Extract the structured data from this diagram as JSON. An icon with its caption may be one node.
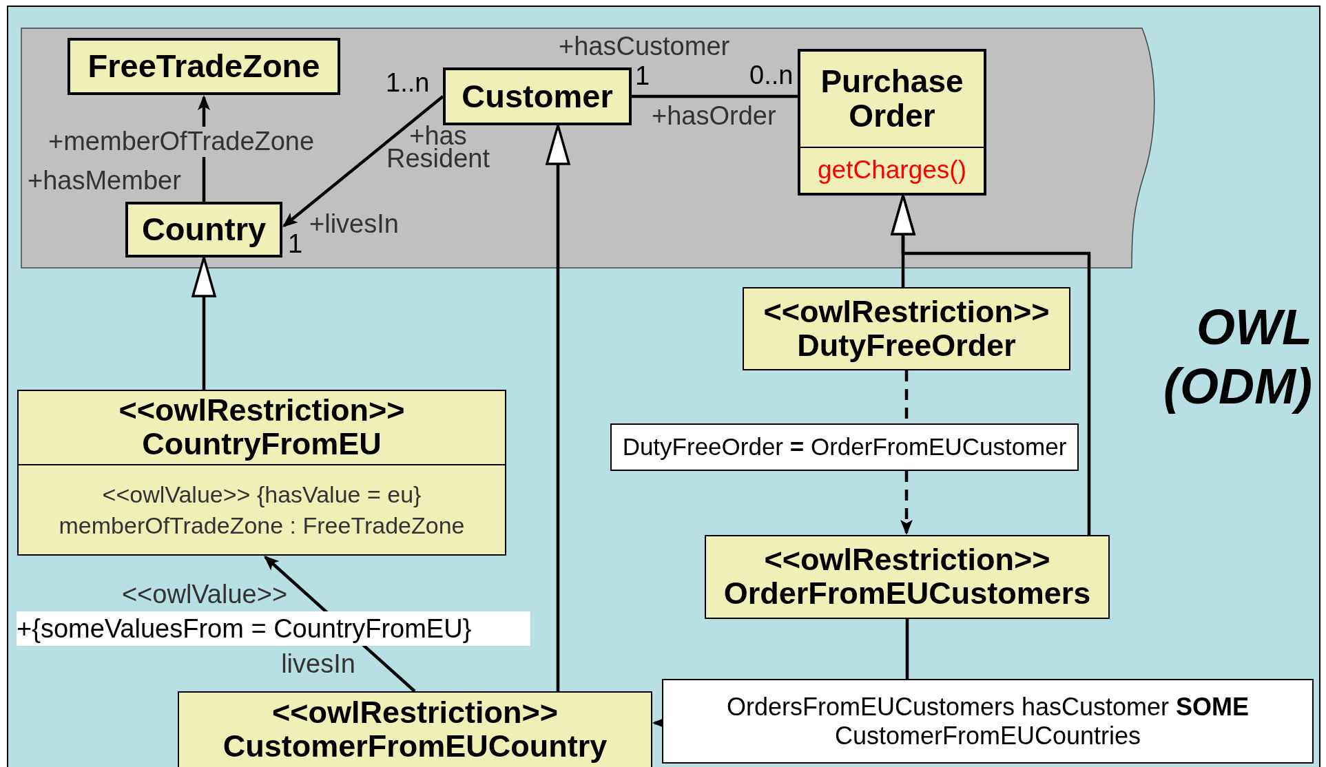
{
  "diagram": {
    "nodes": [
      {
        "text": [
          "FreeTradeZone"
        ]
      },
      {
        "text": [
          "Customer"
        ]
      },
      {
        "text": [
          "Purchase Order",
          "getCharges()"
        ]
      },
      {
        "text": [
          "Country"
        ]
      },
      {
        "text": [
          "<<owlRestriction>> DutyFreeOrder"
        ]
      },
      {
        "text": [
          "<<owlRestriction>> CountryFromEU",
          "<<owlValue>> {hasValue = eu}",
          "memberOfTradeZone : FreeTradeZone"
        ]
      },
      {
        "text": [
          "DutyFreeOrder **=** OrderFromEUCustomer"
        ]
      },
      {
        "text": [
          "<<owlRestriction>> OrderFromEUCustomers"
        ]
      },
      {
        "text": [
          "<<owlRestriction>> CustomerFromEUCountry"
        ]
      },
      {
        "text": [
          "OrdersFromEUCustomers hasCustomer **SOME** CustomerFromEUCountries"
        ]
      }
    ],
    "edges": [
      {
        "from": 3,
        "to": 0,
        "arrow": "to"
      },
      {
        "from": 1,
        "to": 3,
        "arrow": "to"
      },
      {
        "from": 1,
        "to": 2,
        "arrow": "none"
      },
      {
        "from": 8,
        "to": 1,
        "arrow": "to"
      },
      {
        "from": 5,
        "to": 3,
        "arrow": "to"
      },
      {
        "from": 4,
        "to": 2,
        "arrow": "to"
      },
      {
        "from": 7,
        "to": 2,
        "arrow": "to"
      },
      {
        "from": 4,
        "to": 6,
        "arrow": "none",
        "style": "dashed"
      },
      {
        "from": 6,
        "to": 7,
        "arrow": "to",
        "style": "dashed"
      },
      {
        "from": 8,
        "to": 5,
        "arrow": "to"
      },
      {
        "from": 7,
        "to": 9,
        "arrow": "none"
      },
      {
        "from": 9,
        "to": 8,
        "arrow": "to"
      }
    ],
    "labels": [
      "+hasCustomer",
      "1..n",
      "1",
      "0..n",
      "+memberOfTradeZone",
      "+hasOrder",
      "+has Resident",
      "+hasMember",
      "+livesIn",
      "1",
      "OWL (ODM)",
      "<<owlValue>>",
      "+{someValuesFrom = CountryFromEU}",
      "livesIn"
    ]
  }
}
